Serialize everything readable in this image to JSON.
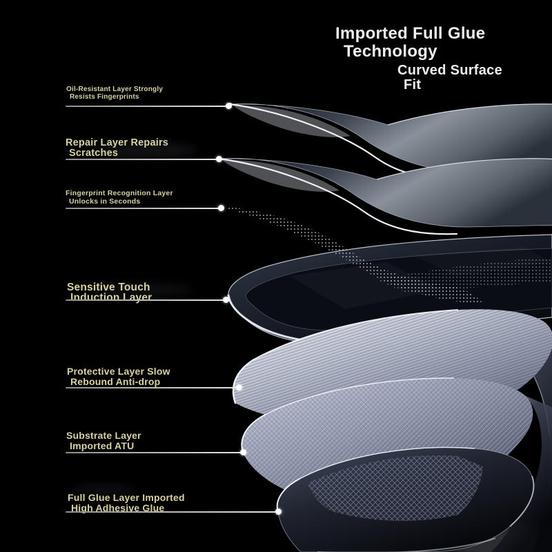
{
  "header": {
    "title_line1": "Imported Full Glue",
    "title_line2": "Technology",
    "subtitle_line1": "Curved Surface",
    "subtitle_line2": "Fit"
  },
  "annotations": [
    {
      "line1": "Oil-Resistant Layer Strongly",
      "line2": "Resists Fingerprints"
    },
    {
      "line1": "Repair Layer Repairs",
      "line2": "Scratches"
    },
    {
      "line1": "Fingerprint Recognition Layer",
      "line2": "Unlocks in Seconds"
    },
    {
      "line1": "Sensitive Touch",
      "line2": "Induction Layer"
    },
    {
      "line1": "Protective Layer Slow",
      "line2": "Rebound Anti-drop"
    },
    {
      "line1": "Substrate Layer",
      "line2": "Imported ATU"
    },
    {
      "line1": "Full Glue Layer Imported",
      "line2": "High Adhesive Glue"
    }
  ],
  "layers": [
    "oil-resistant-sheet",
    "repair-sheet",
    "fingerprint-mesh",
    "sensitive-touch-slab",
    "protective-slab",
    "substrate-slab",
    "full-glue-slab"
  ],
  "colors": {
    "background": "#000000",
    "label_text": "#d8d1a2",
    "heading_text": "#efefef",
    "leader_line": "#c8c8c8",
    "marker_dot": "#ffffff",
    "sheet_highlight": "#eef2f8",
    "protective_slab": "#c3c8d6",
    "substrate_slab": "#8c92a8",
    "dark_glass": "#0a0d14"
  }
}
